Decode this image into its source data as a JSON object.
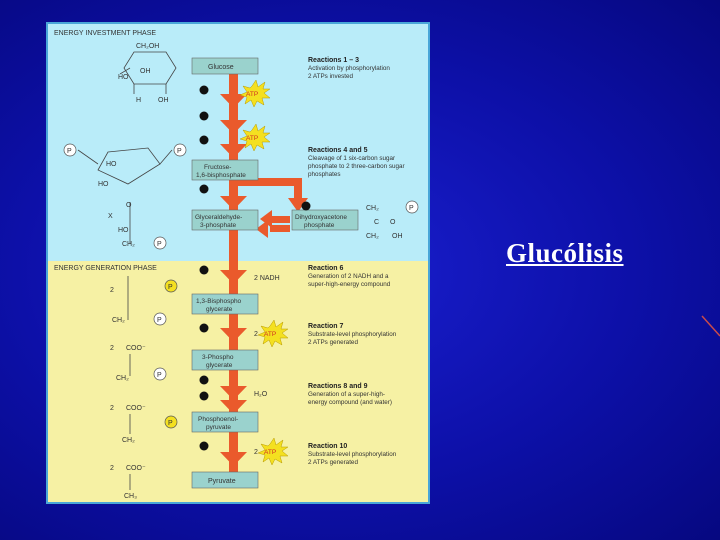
{
  "slide": {
    "title": "Glucólisis"
  },
  "phases": {
    "investment": "ENERGY INVESTMENT PHASE",
    "generation": "ENERGY GENERATION PHASE"
  },
  "steps": {
    "glucose": "Glucose",
    "fructose": [
      "Fructose-",
      "1,6-bisphosphate"
    ],
    "g3p": [
      "Glyceraldehyde-",
      "3-phosphate"
    ],
    "dhap": [
      "Dihydroxyacetone",
      "phosphate"
    ],
    "bpg": [
      "1,3-Bisphospho",
      "glycerate"
    ],
    "pg3": [
      "3-Phospho",
      "glycerate"
    ],
    "pep": [
      "Phosphoenol-",
      "pyruvate"
    ],
    "pyruvate": "Pyruvate"
  },
  "reactions": {
    "r1": {
      "title": "Reactions 1 – 3",
      "lines": [
        "Activation by phosphorylation",
        "2 ATPs invested"
      ]
    },
    "r2": {
      "title": "Reactions 4 and 5",
      "lines": [
        "Cleavage of 1 six-carbon sugar",
        "phosphate to 2 three-carbon sugar",
        "phosphates"
      ]
    },
    "r3": {
      "title": "Reaction 6",
      "lines": [
        "Generation of 2 NADH and a",
        "super-high-energy compound"
      ]
    },
    "r4": {
      "title": "Reaction 7",
      "lines": [
        "Substrate-level phosphorylation",
        "2 ATPs generated"
      ]
    },
    "r5": {
      "title": "Reactions 8 and 9",
      "lines": [
        "Generation of a super-high-",
        "energy compound (and water)"
      ]
    },
    "r6": {
      "title": "Reaction 10",
      "lines": [
        "Substrate-level phosphorylation",
        "2 ATPs generated"
      ]
    }
  },
  "labels": {
    "atp": "ATP",
    "nadh": "2 NADH",
    "two": "2",
    "water": "H₂O",
    "p": "P",
    "ch2oh": "CH₂OH",
    "oh": "OH",
    "h": "H",
    "c": "C",
    "o": "O",
    "ho": "HO",
    "coo": "COO⁻",
    "ch3": "CH₃",
    "ch2": "CH₂",
    "x": "X"
  },
  "colors": {
    "top_bg": "#b9ecf9",
    "bottom_bg": "#f6f1a4",
    "box_fill": "#9ad2cd",
    "arrow": "#ea5a2c",
    "starburst": "#f4e020",
    "slide_bg": "#1016c4"
  }
}
